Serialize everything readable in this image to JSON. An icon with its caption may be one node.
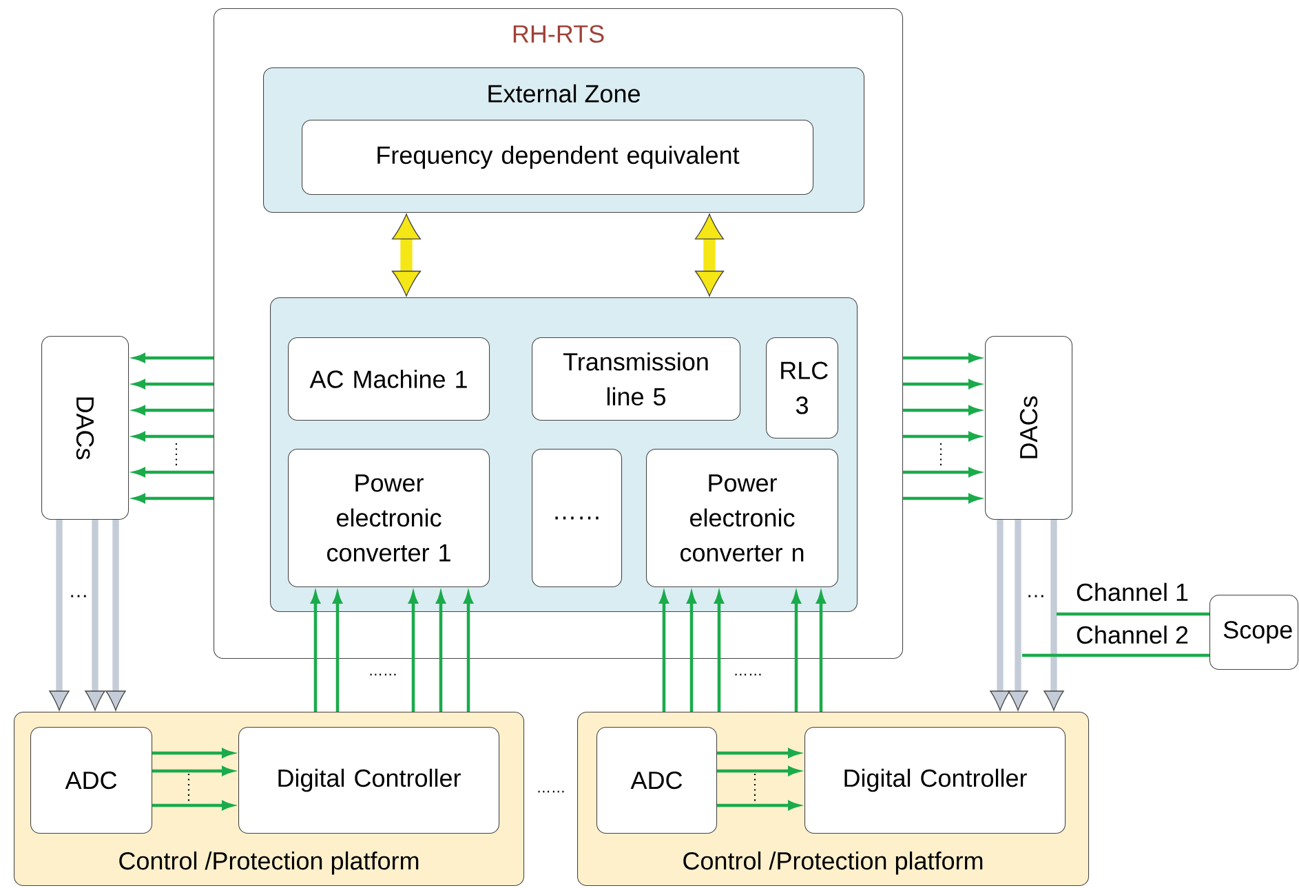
{
  "diagram": {
    "nodes": [
      {
        "text": [
          "RH-RTS"
        ]
      },
      {
        "text": [
          "External Zone"
        ],
        "in": 0
      },
      {
        "text": [
          "Frequency dependent equivalent"
        ],
        "in": 1
      },
      {
        "text": [],
        "shape": "box",
        "in": 0
      },
      {
        "text": [
          "AC Machine 1"
        ],
        "in": 3
      },
      {
        "text": [
          "Transmission line 5"
        ],
        "in": 3
      },
      {
        "text": [
          "RLC 3"
        ],
        "in": 3
      },
      {
        "text": [
          "Power electronic converter 1"
        ],
        "in": 3
      },
      {
        "text": [
          "……"
        ],
        "in": 3
      },
      {
        "text": [
          "Power electronic converter n"
        ],
        "in": 3
      },
      {
        "text": [
          "DACs"
        ]
      },
      {
        "text": [
          "DACs"
        ]
      },
      {
        "text": [
          "Scope"
        ]
      },
      {
        "text": [
          "Control /Protection platform"
        ]
      },
      {
        "text": [
          "ADC"
        ],
        "in": 13
      },
      {
        "text": [
          "Digital Controller"
        ],
        "in": 13
      },
      {
        "text": [
          "Control /Protection platform"
        ]
      },
      {
        "text": [
          "ADC"
        ],
        "in": 16
      },
      {
        "text": [
          "Digital Controller"
        ],
        "in": 16
      }
    ],
    "edges": [
      {
        "from": 1,
        "to": 3,
        "arrow": "both",
        "style": "thick",
        "color": "#f5e616"
      },
      {
        "from": 1,
        "to": 3,
        "arrow": "both",
        "style": "thick",
        "color": "#f5e616"
      },
      {
        "from": 0,
        "to": 10,
        "arrow": "to"
      },
      {
        "from": 0,
        "to": 10,
        "arrow": "to"
      },
      {
        "from": 0,
        "to": 10,
        "arrow": "to"
      },
      {
        "from": 0,
        "to": 10,
        "arrow": "to"
      },
      {
        "from": 0,
        "to": 10,
        "arrow": "to"
      },
      {
        "from": 0,
        "to": 10,
        "arrow": "to"
      },
      {
        "from": 0,
        "to": 11,
        "arrow": "to"
      },
      {
        "from": 0,
        "to": 11,
        "arrow": "to"
      },
      {
        "from": 0,
        "to": 11,
        "arrow": "to"
      },
      {
        "from": 0,
        "to": 11,
        "arrow": "to"
      },
      {
        "from": 0,
        "to": 11,
        "arrow": "to"
      },
      {
        "from": 0,
        "to": 11,
        "arrow": "to"
      },
      {
        "from": 13,
        "to": 7,
        "arrow": "to"
      },
      {
        "from": 13,
        "to": 7,
        "arrow": "to"
      },
      {
        "from": 13,
        "to": 7,
        "arrow": "to"
      },
      {
        "from": 13,
        "to": 7,
        "arrow": "to"
      },
      {
        "from": 13,
        "to": 7,
        "arrow": "to"
      },
      {
        "from": 16,
        "to": 9,
        "arrow": "to"
      },
      {
        "from": 16,
        "to": 9,
        "arrow": "to"
      },
      {
        "from": 16,
        "to": 9,
        "arrow": "to"
      },
      {
        "from": 16,
        "to": 9,
        "arrow": "to"
      },
      {
        "from": 16,
        "to": 9,
        "arrow": "to"
      },
      {
        "from": 10,
        "to": 13,
        "arrow": "to",
        "style": "thick",
        "color": "#c4ccd8"
      },
      {
        "from": 10,
        "to": 13,
        "arrow": "to",
        "style": "thick",
        "color": "#c4ccd8"
      },
      {
        "from": 10,
        "to": 13,
        "arrow": "to",
        "style": "thick",
        "color": "#c4ccd8"
      },
      {
        "from": 11,
        "to": 16,
        "arrow": "to",
        "style": "thick",
        "color": "#c4ccd8"
      },
      {
        "from": 11,
        "to": 16,
        "arrow": "to",
        "style": "thick",
        "color": "#c4ccd8"
      },
      {
        "from": 11,
        "to": 16,
        "arrow": "to",
        "style": "thick",
        "color": "#c4ccd8"
      },
      {
        "from": 14,
        "to": 15,
        "arrow": "to"
      },
      {
        "from": 14,
        "to": 15,
        "arrow": "to"
      },
      {
        "from": 14,
        "to": 15,
        "arrow": "to"
      },
      {
        "from": 17,
        "to": 18,
        "arrow": "to"
      },
      {
        "from": 17,
        "to": 18,
        "arrow": "to"
      },
      {
        "from": 17,
        "to": 18,
        "arrow": "to"
      },
      {
        "from": 12,
        "to": null,
        "arrow": "none",
        "label": "Channel 1"
      },
      {
        "from": 12,
        "to": null,
        "arrow": "none",
        "label": "Channel 2"
      }
    ],
    "labels": [
      "…",
      "……",
      "……",
      "……",
      "…"
    ]
  }
}
